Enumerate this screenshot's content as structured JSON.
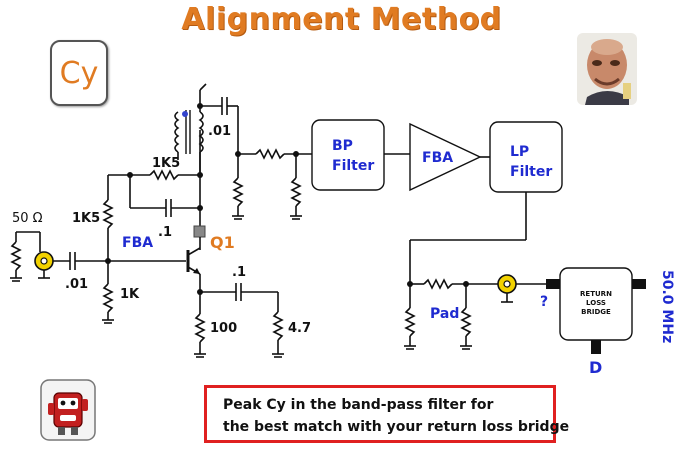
{
  "title": "Alignment Method",
  "cy_label": "Cy",
  "labels": {
    "ohm50": "50 Ω",
    "c01_in": ".01",
    "r1k5_left": "1K5",
    "fba_input": "FBA",
    "r1k": "1K",
    "r1k5_top": "1K5",
    "c01_top": ".01",
    "c1_mid": ".1",
    "q1": "Q1",
    "c1_emit": ".1",
    "r100": "100",
    "r4_7": "4.7",
    "bp_filter_line1": "BP",
    "bp_filter_line2": "Filter",
    "fba_amp": "FBA",
    "lp_filter_line1": "LP",
    "lp_filter_line2": "Filter",
    "pad": "Pad",
    "question": "?",
    "rlb_line1": "RETURN",
    "rlb_line2": "LOSS",
    "rlb_line3": "BRIDGE",
    "d_port": "D",
    "freq": "50.0 MHz"
  },
  "note": {
    "line1": "Peak Cy in the band-pass filter for",
    "line2": "the best match with your return loss bridge"
  },
  "colors": {
    "title": "#e07b22",
    "blue_labels": "#1f2bd0",
    "note_border": "#e02020",
    "connector": "#f2d200"
  },
  "icons": {
    "photo": "portrait-photo-icon",
    "mascot": "mascot-robot-icon"
  }
}
